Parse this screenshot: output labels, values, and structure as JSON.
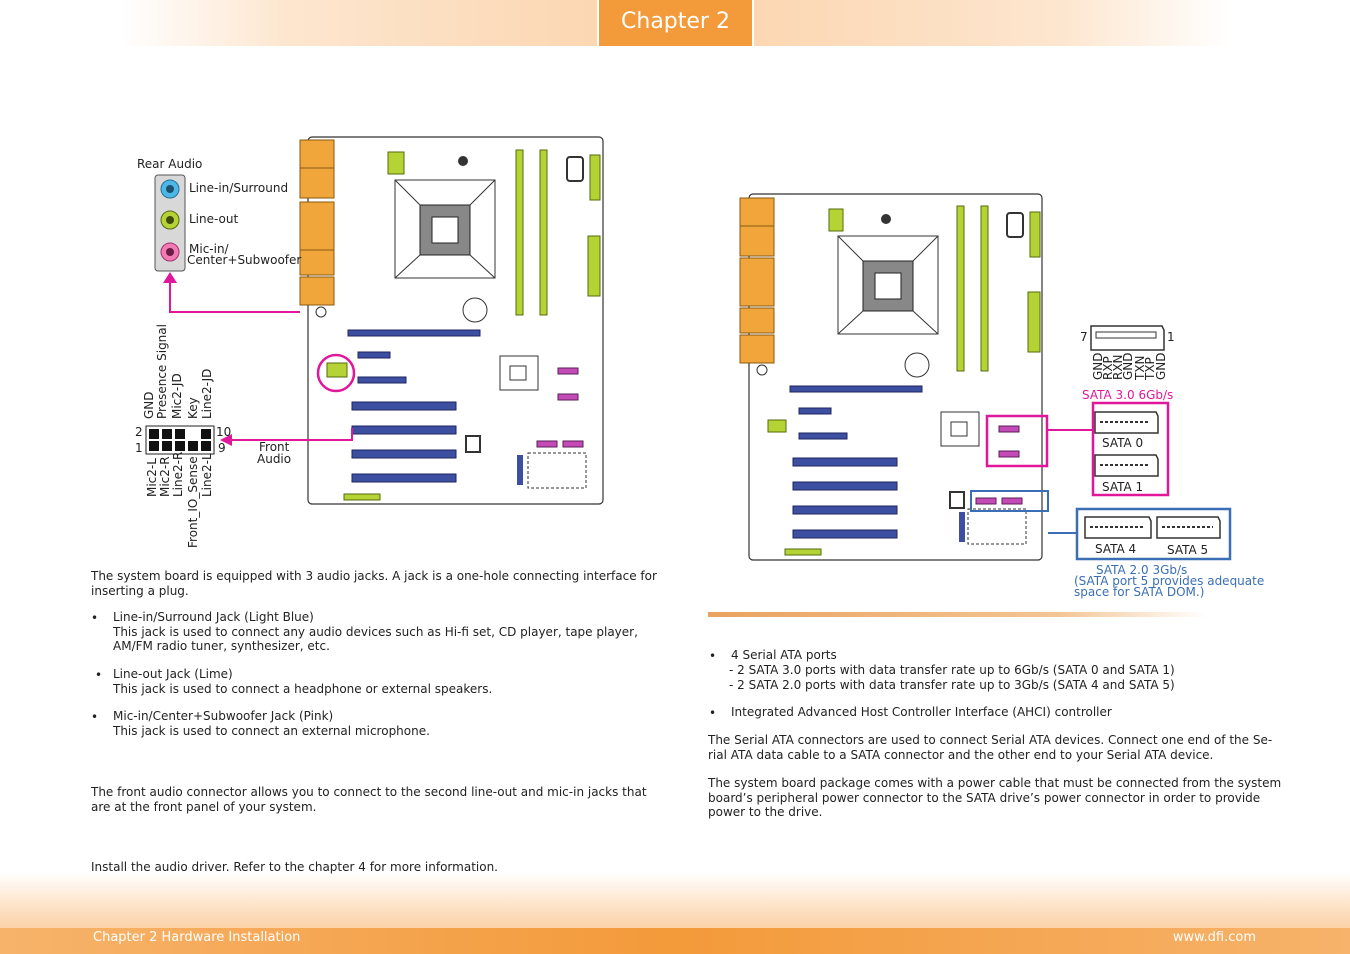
{
  "header": {
    "chapter": "Chapter 2"
  },
  "footer": {
    "left": "Chapter 2 Hardware Installation",
    "right": "www.dfi.com"
  },
  "audio_diagram": {
    "rear_audio": "Rear Audio",
    "jacks": [
      "Line-in/Surround",
      "Line-out",
      "Mic-in/",
      "Center+Subwoofer"
    ],
    "top_pins": [
      "GND",
      "Presence Signal",
      "Mic2-JD",
      "Key",
      "Line2-JD"
    ],
    "bottom_pins": [
      "Mic2-L",
      "Mic2-R",
      "Line2-R",
      "Front_IO_Sense",
      "Line2-L"
    ],
    "pin_numbers": {
      "tl": "2",
      "bl": "1",
      "tr": "10",
      "br": "9"
    },
    "front_audio": [
      "Front",
      "Audio"
    ]
  },
  "sata_diagram": {
    "pin_left": "7",
    "pin_right": "1",
    "pins": [
      "GND",
      "RXP",
      "RXN",
      "GND",
      "TXN",
      "TXP",
      "GND"
    ],
    "sata3_label": "SATA 3.0 6Gb/s",
    "ports": [
      "SATA 0",
      "SATA 1",
      "SATA 4",
      "SATA 5"
    ],
    "sata2_label": "SATA 2.0 3Gb/s",
    "sata2_note": [
      "(SATA port 5 provides adequate",
      "space for SATA DOM.)"
    ]
  },
  "left_text": {
    "intro": [
      "The system board is equipped with 3 audio jacks. A jack is a one-hole connecting interface for",
      "inserting a plug."
    ],
    "items": [
      {
        "title": "Line-in/Surround Jack (Light Blue)",
        "lines": [
          "This jack is used to connect any audio devices such as Hi-fi set, CD player, tape player,",
          "AM/FM radio tuner, synthesizer, etc."
        ]
      },
      {
        "title": "Line-out Jack (Lime)",
        "lines": [
          "This jack is used to connect a headphone or external speakers."
        ]
      },
      {
        "title": "Mic-in/Center+Subwoofer Jack (Pink)",
        "lines": [
          "This jack is used to connect an external microphone."
        ]
      }
    ],
    "front": [
      "The front audio connector allows you to connect to the second line-out and mic-in jacks that",
      "are at the front panel of your system."
    ],
    "driver": "Install the audio driver. Refer to the chapter 4 for more information."
  },
  "right_text": {
    "b1": "4 Serial ATA ports",
    "b1_sub": [
      "- 2 SATA 3.0 ports with data transfer rate up to 6Gb/s (SATA 0 and SATA 1)",
      "- 2 SATA 2.0 ports with data transfer rate up to 3Gb/s (SATA 4 and SATA 5)"
    ],
    "b2": "Integrated Advanced Host Controller Interface (AHCI) controller",
    "p1": [
      "The Serial ATA connectors are used to connect Serial ATA devices. Connect one end of the Se-",
      "rial ATA data cable to a SATA connector and the other end to your Serial ATA device."
    ],
    "p2": [
      "The system board package comes with a power cable that must be connected from the system",
      "board’s peripheral power connector to the SATA drive’s power connector in order to provide",
      "power to the drive."
    ]
  },
  "colors": {
    "accent": "#f39a3a",
    "pink": "#e0179b",
    "blue": "#3a6fb5",
    "lime": "#b5d334",
    "pcie": "#3d4fa0"
  }
}
